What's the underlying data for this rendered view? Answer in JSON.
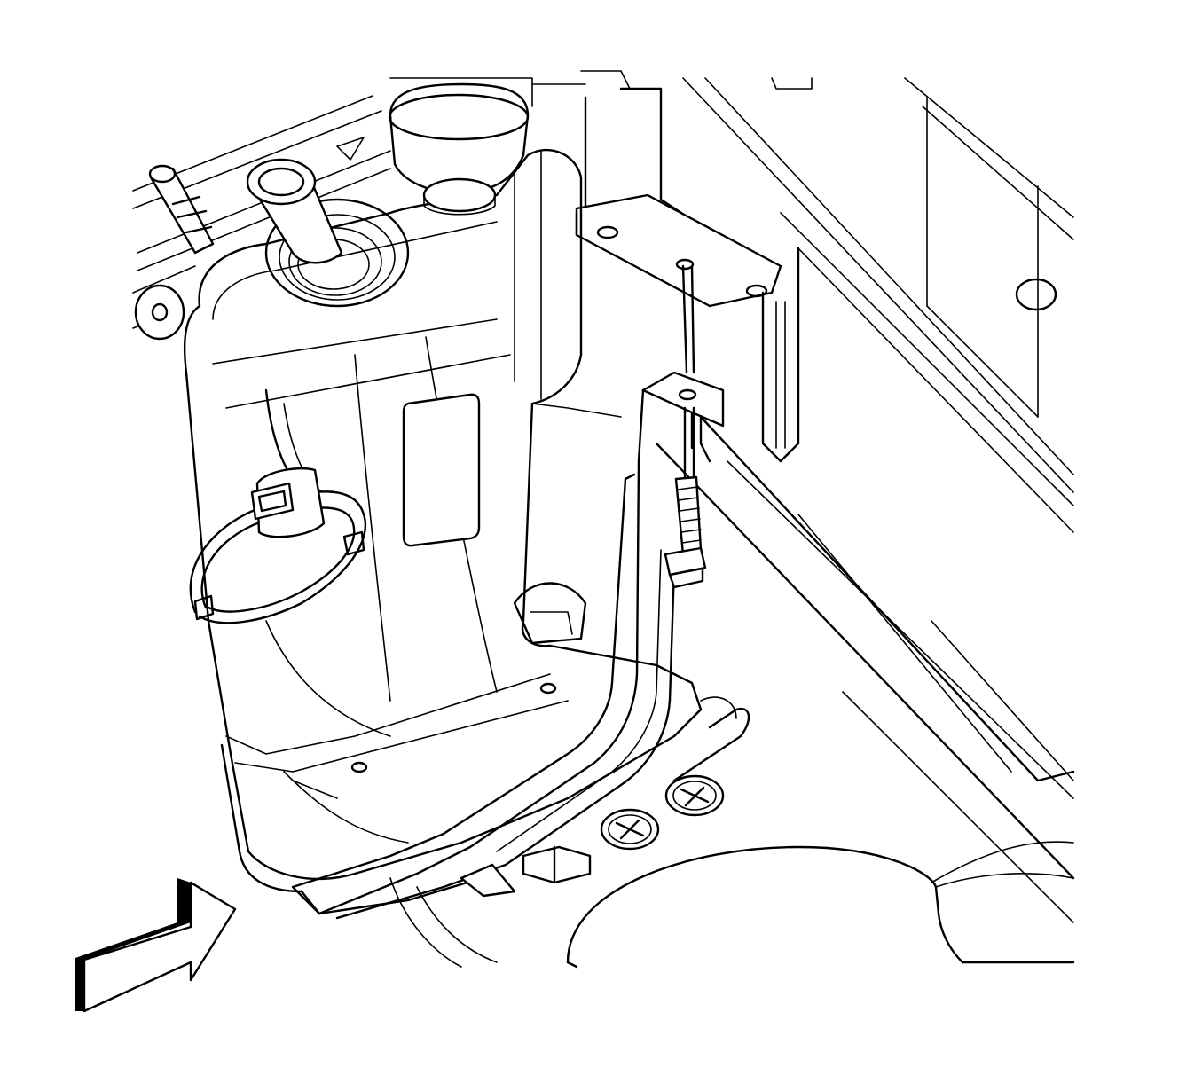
{
  "figure": {
    "style": "black line-art technical service illustration",
    "colors": {
      "line": "#000000",
      "background": "#ffffff"
    },
    "parts": [
      "fuel-tank",
      "filler-neck",
      "vent-tube",
      "fuel-tank-strap",
      "strap-bolt",
      "mounting-bracket",
      "wiring-harness-loop",
      "electrical-connector",
      "spare-tire-well",
      "frame-rail",
      "vehicle-front-direction-arrow"
    ]
  }
}
